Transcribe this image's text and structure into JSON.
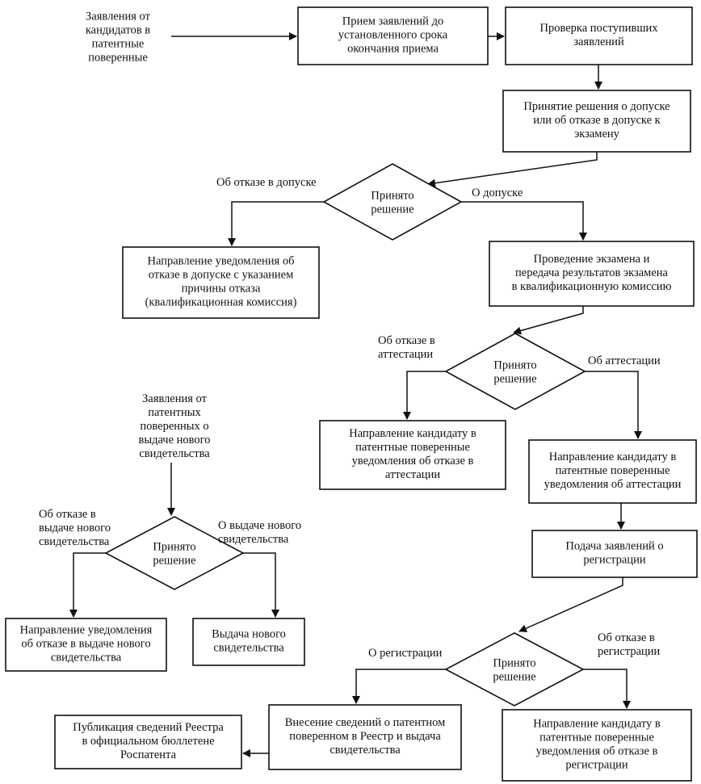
{
  "diagram": {
    "nodes": {
      "start_text": [
        "Заявления от",
        "кандидатов в",
        "патентные",
        "поверенные"
      ],
      "receive": [
        "Прием заявлений до",
        "установленного срока",
        "окончания приема"
      ],
      "check": [
        "Проверка поступивших",
        "заявлений"
      ],
      "admit_decision": [
        "Принятие решения о допуске",
        "или об отказе в допуске к",
        "экзамену"
      ],
      "d1": [
        "Принято",
        "решение"
      ],
      "refusal_notice": [
        "Направление уведомления об",
        "отказе в допуске с указанием",
        "причины отказа",
        "(квалификационная комиссия)"
      ],
      "exam": [
        "Проведение экзамена и",
        "передача результатов экзамена",
        "в квалификационную комиссию"
      ],
      "d2": [
        "Принято",
        "решение"
      ],
      "att_refusal": [
        "Направление кандидату в",
        "патентные поверенные",
        "уведомления об отказе в",
        "аттестации"
      ],
      "att_notice": [
        "Направление кандидату в",
        "патентные поверенные",
        "уведомления об аттестации"
      ],
      "reg_apply": [
        "Подача заявлений о",
        "регистрации"
      ],
      "d3": [
        "Принято",
        "решение"
      ],
      "reg_refusal": [
        "Направление кандидату в",
        "патентные поверенные",
        "уведомления об отказе в",
        "регистрации"
      ],
      "registry": [
        "Внесение сведений о патентном",
        "поверенном в Реестр и выдача",
        "свидетельства"
      ],
      "publish": [
        "Публикация сведений Реестра",
        "в официальном бюллетене",
        "Роспатента"
      ],
      "cert_text": [
        "Заявления от",
        "патентных",
        "поверенных о",
        "выдаче нового",
        "свидетельства"
      ],
      "d4": [
        "Принято",
        "решение"
      ],
      "cert_refusal": [
        "Направление уведомления",
        "об отказе в выдаче нового",
        "свидетельства"
      ],
      "cert_issue": [
        "Выдача нового",
        "свидетельства"
      ]
    },
    "edge_labels": {
      "d1_no": [
        "Об отказе в допуске"
      ],
      "d1_yes": [
        "О допуске"
      ],
      "d2_no": [
        "Об отказе в",
        "аттестации"
      ],
      "d2_yes": [
        "Об аттестации"
      ],
      "d3_yes": [
        "О регистрации"
      ],
      "d3_no": [
        "Об отказе в",
        "регистрации"
      ],
      "d4_no": [
        "Об отказе в",
        "выдаче нового",
        "свидетельства"
      ],
      "d4_yes": [
        "О выдаче нового",
        "свидетельства"
      ]
    }
  }
}
